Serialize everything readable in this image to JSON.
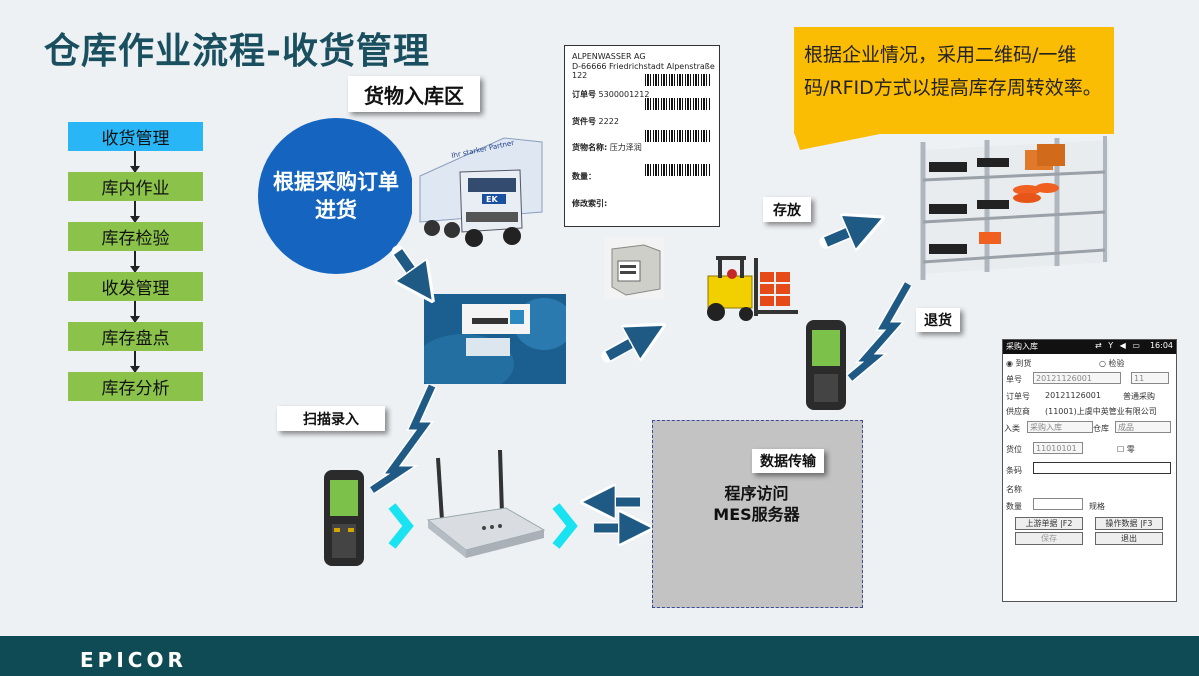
{
  "title": "仓库作业流程-收货管理",
  "flow_steps": [
    "收货管理",
    "库内作业",
    "库存检验",
    "收发管理",
    "库存盘点",
    "库存分析"
  ],
  "area_label": "货物入库区",
  "circle_text": [
    "根据采购订单",
    "进货"
  ],
  "truck_texts": {
    "side": "Ihr starker Partner",
    "brand": "EK"
  },
  "shipping_label": {
    "line1": "ALPENWASSER AG",
    "line2": "D-66666 Friedrichstadt Alpenstraße",
    "line3": "122",
    "order_label": "订单号",
    "order_value": "5300001212",
    "item_label": "货件号",
    "item_value": "2222",
    "name_label": "货物名称:",
    "name_value": "压力泽润",
    "qty_label": "数量：",
    "rev_label": "修改索引:"
  },
  "callout": "根据企业情况，采用二维码/一维码/RFID方式以提高库存周转效率。",
  "labels": {
    "putaway": "存放",
    "return": "退货",
    "scan": "扫描录入",
    "transfer": "数据传输"
  },
  "server_text": [
    "程序访问",
    "MES服务器"
  ],
  "pda": {
    "title": "采购入库",
    "time": "16:04",
    "radio1": "到货",
    "radio2": "检验",
    "doc_no_label": "单号",
    "doc_no_value": "20121126001",
    "doc_no_extra": "11",
    "order_label": "订单号",
    "order_value": "20121126001",
    "order_type": "普通采购",
    "supplier_label": "供应商",
    "supplier_value": "(11001)上虞中英管业有限公司",
    "in_type_label": "入类",
    "in_type_value": "采购入库",
    "warehouse_label": "仓库",
    "warehouse_value": "成品",
    "location_label": "货位",
    "location_value": "11010101",
    "zero_label": "零",
    "barcode_label": "条码",
    "name_label": "名称",
    "qty_label": "数量",
    "spec_label": "规格",
    "btn_upstream": "上游单据 |F2",
    "btn_operate": "操作数据 |F3",
    "btn_save": "保存",
    "btn_exit": "退出"
  },
  "footer_logo": "EPICOR",
  "colors": {
    "title": "#1a4f5f",
    "flow_active": "#29b6f6",
    "flow_normal": "#8bc34a",
    "circle": "#1565c0",
    "callout": "#fbbc04",
    "footer": "#0e4b54",
    "arrow": "#1f5a85",
    "chevron": "#19e3f0"
  }
}
